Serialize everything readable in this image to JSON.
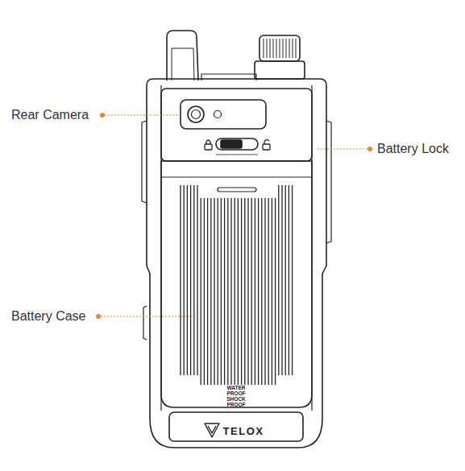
{
  "diagram": {
    "labels": [
      "Rear Camera",
      "Battery Lock",
      "Battery Case",
      "WATER PROOF SHOCK PROOF",
      "TELOX"
    ]
  }
}
